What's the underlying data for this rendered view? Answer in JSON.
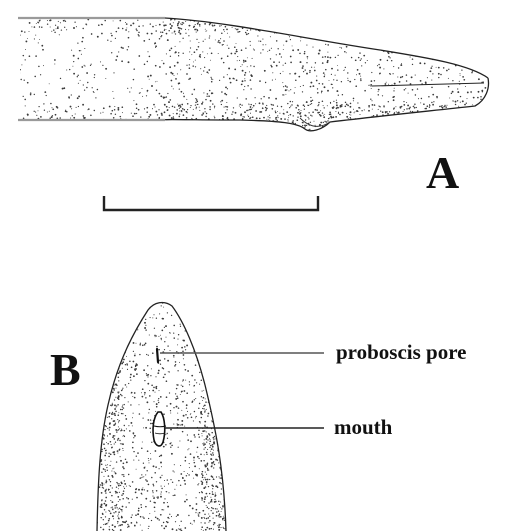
{
  "panels": {
    "a": {
      "letter": "A"
    },
    "b": {
      "letter": "B"
    }
  },
  "callouts": {
    "proboscis_pore": "proboscis pore",
    "mouth": "mouth"
  },
  "colors": {
    "ink": "#111111",
    "stipple": "#3a3a3a",
    "background": "#ffffff"
  }
}
